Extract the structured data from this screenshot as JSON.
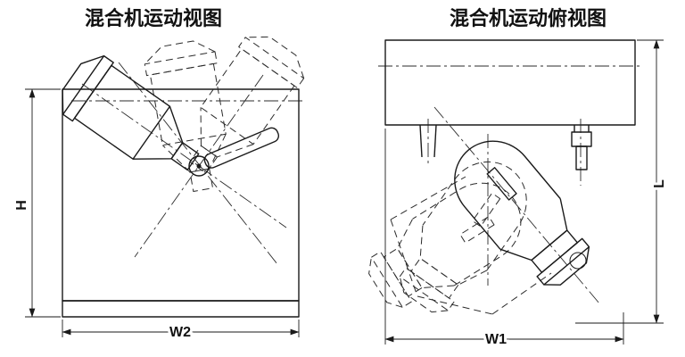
{
  "page": {
    "background": "#ffffff",
    "line_color": "#1a1a1a"
  },
  "left_view": {
    "title": "混合机运动视图",
    "dimensions": {
      "height_label": "H",
      "width_label": "W2"
    }
  },
  "right_view": {
    "title": "混合机运动俯视图",
    "dimensions": {
      "height_label": "L",
      "width_label": "W1"
    }
  }
}
